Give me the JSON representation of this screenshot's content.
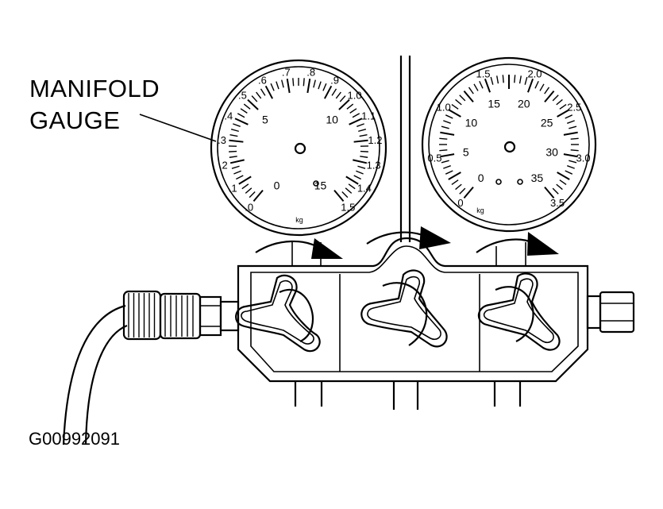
{
  "callout": {
    "line1": "MANIFOLD",
    "line2": "GAUGE"
  },
  "figure_ref": "G00992091",
  "low_gauge": {
    "outer_labels": [
      ".0",
      ".1",
      ".2",
      ".3",
      ".4",
      ".5",
      ".6",
      ".7",
      ".8",
      ".9",
      "1.0",
      "1.1",
      "1.2",
      "1.3",
      "1.4",
      "1.5"
    ],
    "inner_labels": [
      "0",
      "5",
      "10",
      "15"
    ],
    "unit": "kg"
  },
  "high_gauge": {
    "outer_labels": [
      "0",
      "0.5",
      "1.0",
      "1.5",
      "2.0",
      "2.5",
      "3.0",
      "3.5"
    ],
    "inner_labels": [
      "0",
      "5",
      "10",
      "15",
      "20",
      "25",
      "30",
      "35"
    ],
    "unit": "kg"
  }
}
